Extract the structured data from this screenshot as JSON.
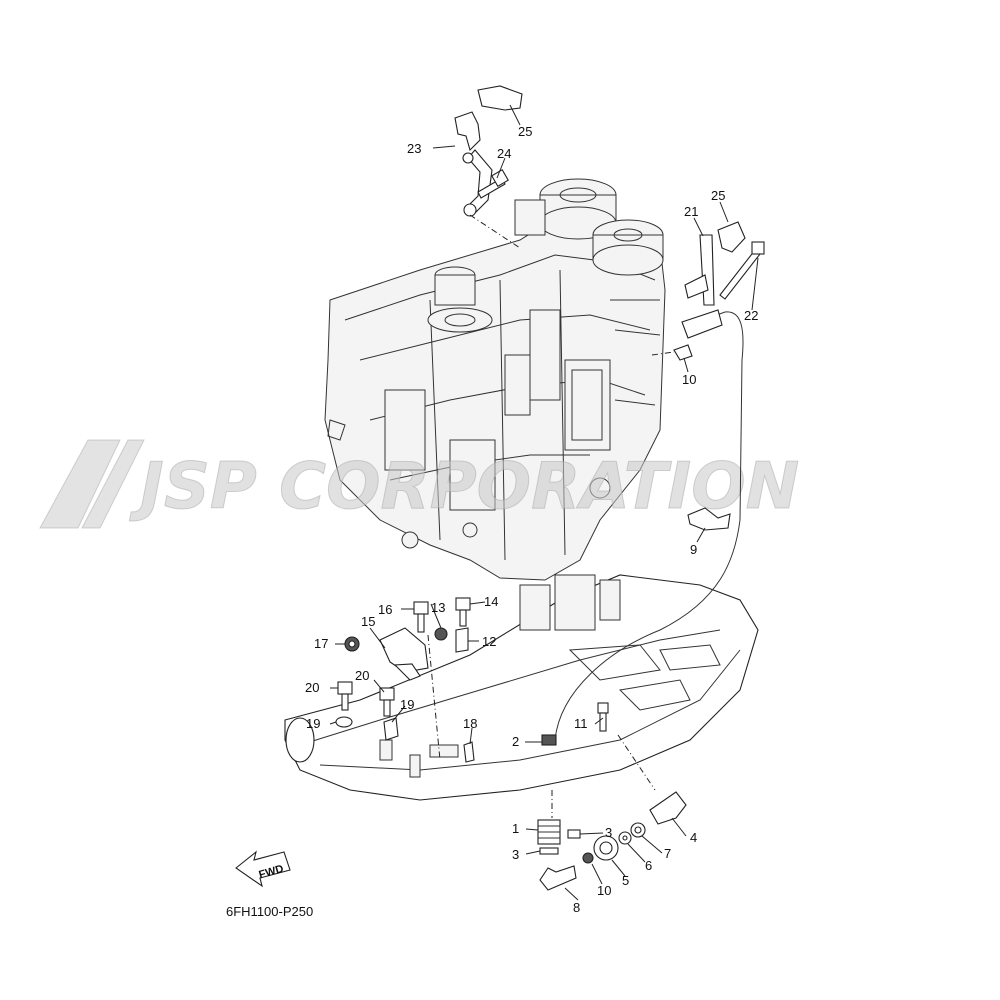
{
  "watermark": {
    "text": "JSP CORPORATION"
  },
  "diagram_code": "6FH1100-P250",
  "fwd_label": "FWD",
  "callouts": [
    {
      "id": "c25a",
      "label": "25"
    },
    {
      "id": "c23",
      "label": "23"
    },
    {
      "id": "c24",
      "label": "24"
    },
    {
      "id": "c25b",
      "label": "25"
    },
    {
      "id": "c21",
      "label": "21"
    },
    {
      "id": "c22",
      "label": "22"
    },
    {
      "id": "c10a",
      "label": "10"
    },
    {
      "id": "c9",
      "label": "9"
    },
    {
      "id": "c16",
      "label": "16"
    },
    {
      "id": "c13",
      "label": "13"
    },
    {
      "id": "c14",
      "label": "14"
    },
    {
      "id": "c17",
      "label": "17"
    },
    {
      "id": "c15",
      "label": "15"
    },
    {
      "id": "c12",
      "label": "12"
    },
    {
      "id": "c20a",
      "label": "20"
    },
    {
      "id": "c20b",
      "label": "20"
    },
    {
      "id": "c19a",
      "label": "19"
    },
    {
      "id": "c19b",
      "label": "19"
    },
    {
      "id": "c18",
      "label": "18"
    },
    {
      "id": "c11",
      "label": "11"
    },
    {
      "id": "c2",
      "label": "2"
    },
    {
      "id": "c1",
      "label": "1"
    },
    {
      "id": "c3a",
      "label": "3"
    },
    {
      "id": "c3b",
      "label": "3"
    },
    {
      "id": "c4",
      "label": "4"
    },
    {
      "id": "c7",
      "label": "7"
    },
    {
      "id": "c6",
      "label": "6"
    },
    {
      "id": "c5",
      "label": "5"
    },
    {
      "id": "c10b",
      "label": "10"
    },
    {
      "id": "c8",
      "label": "8"
    }
  ]
}
